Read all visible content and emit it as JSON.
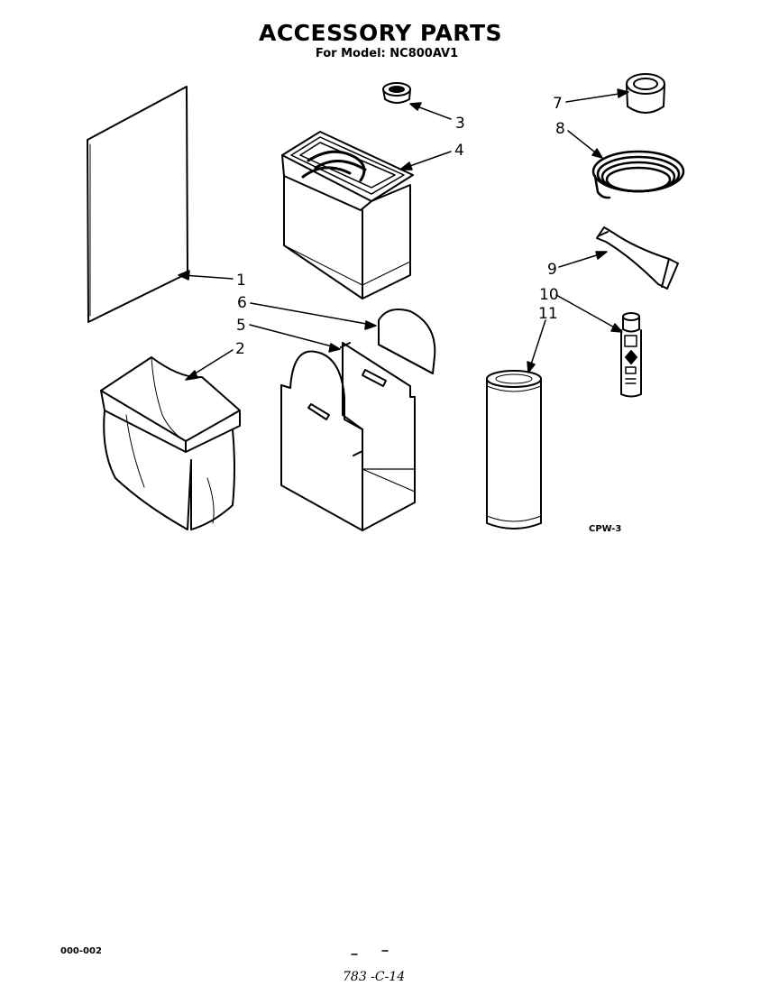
{
  "header": {
    "title": "ACCESSORY PARTS",
    "subtitle": "For Model: NC800AV1"
  },
  "callouts": [
    "1",
    "2",
    "3",
    "4",
    "5",
    "6",
    "7",
    "8",
    "9",
    "10",
    "11"
  ],
  "figure_code": "CPW-3",
  "footer": {
    "left_code": "000-002",
    "page_ref": "783 -C-14"
  },
  "colors": {
    "ink": "#000000",
    "paper": "#ffffff"
  }
}
